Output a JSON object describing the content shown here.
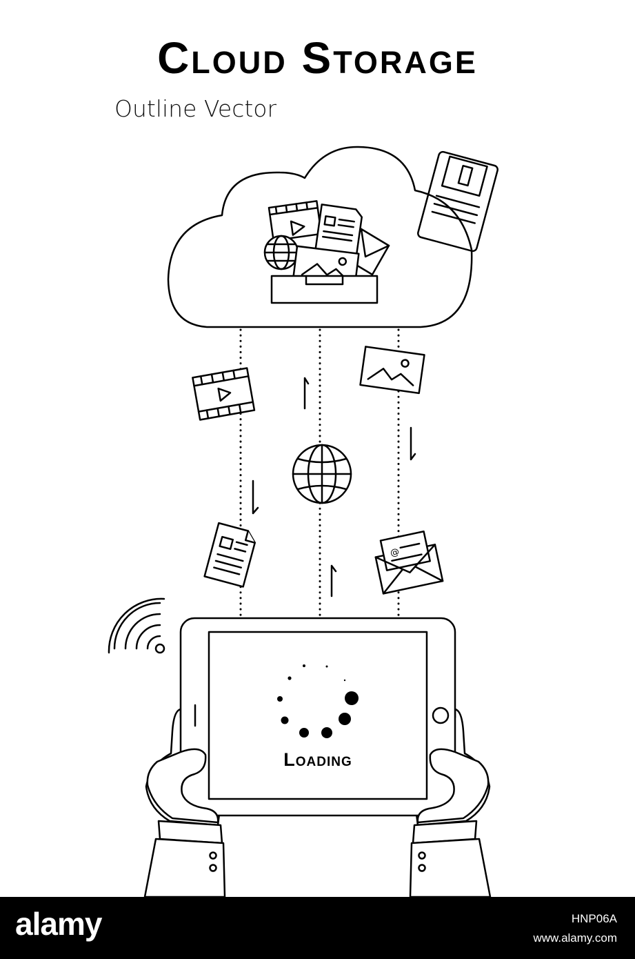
{
  "poster": {
    "title": "Cloud Storage",
    "subtitle": "Outline Vector",
    "loading_label": "Loading"
  },
  "icons": [
    "cloud-icon",
    "floppy-disk-icon",
    "folder-tray-icon",
    "video-file-icon",
    "image-file-icon",
    "globe-icon",
    "document-icon",
    "email-icon",
    "wifi-icon",
    "tablet-icon",
    "loading-spinner-icon",
    "hand-icon"
  ],
  "footer": {
    "brand": "alamy",
    "image_id": "HNP06A",
    "site": "www.alamy.com"
  },
  "colors": {
    "line": "#000000",
    "background": "#ffffff",
    "footer": "#000000"
  }
}
